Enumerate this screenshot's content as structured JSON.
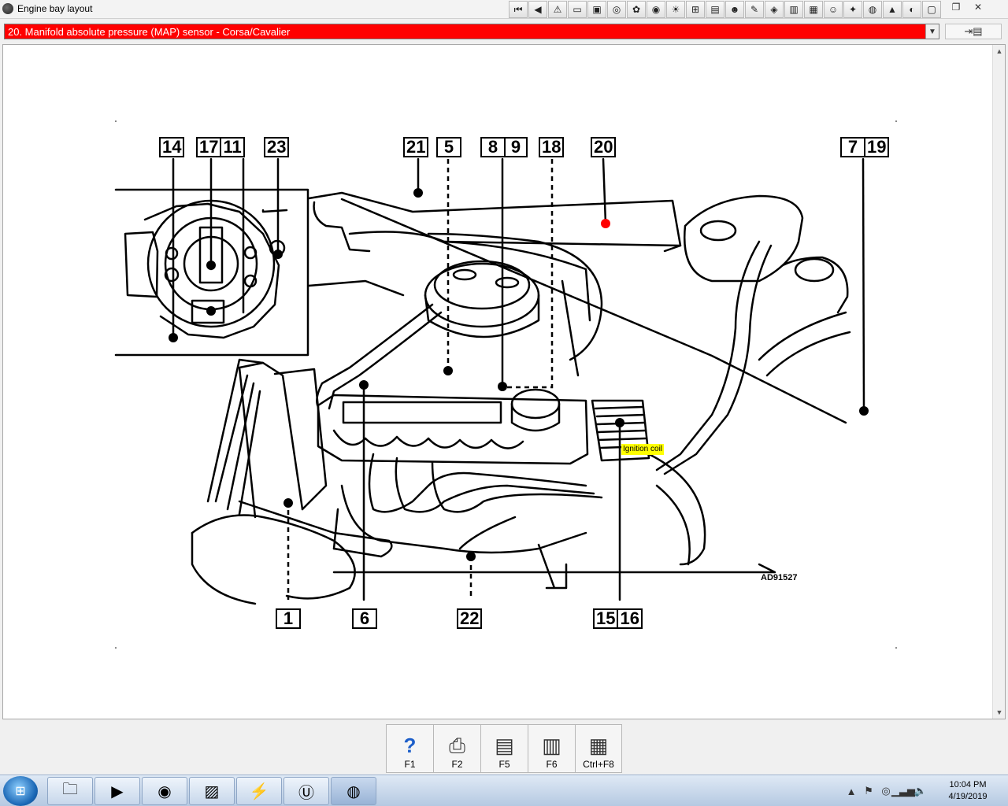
{
  "window": {
    "title": "Engine bay layout"
  },
  "toolbar": {
    "buttons": [
      {
        "name": "first-page",
        "glyph": "⏮"
      },
      {
        "name": "previous",
        "glyph": "◀"
      },
      {
        "name": "warning",
        "glyph": "⚠"
      },
      {
        "name": "blank",
        "glyph": "▭"
      },
      {
        "name": "tool-1",
        "glyph": "▣"
      },
      {
        "name": "tool-2",
        "glyph": "◎"
      },
      {
        "name": "tool-3",
        "glyph": "✿"
      },
      {
        "name": "tool-4",
        "glyph": "◉"
      },
      {
        "name": "tool-5",
        "glyph": "☀"
      },
      {
        "name": "tool-6",
        "glyph": "⊞"
      },
      {
        "name": "tool-7",
        "glyph": "▤"
      },
      {
        "name": "tool-8",
        "glyph": "☻"
      },
      {
        "name": "tool-9",
        "glyph": "✎"
      },
      {
        "name": "tool-10",
        "glyph": "◈"
      },
      {
        "name": "tool-11",
        "glyph": "▥"
      },
      {
        "name": "tool-12",
        "glyph": "▦"
      },
      {
        "name": "tool-13",
        "glyph": "☺"
      },
      {
        "name": "tool-14",
        "glyph": "✦"
      },
      {
        "name": "tool-15",
        "glyph": "◍"
      },
      {
        "name": "tool-16",
        "glyph": "▲"
      },
      {
        "name": "tool-17",
        "glyph": "◐"
      },
      {
        "name": "tool-18",
        "glyph": "▢"
      }
    ]
  },
  "topic": {
    "title": "20. Manifold absolute pressure (MAP) sensor - Corsa/Cavalier"
  },
  "diagram": {
    "callouts": {
      "c14": [
        "14"
      ],
      "c17_11": [
        "17",
        "11"
      ],
      "c23": [
        "23"
      ],
      "c21": [
        "21"
      ],
      "c5": [
        "5"
      ],
      "c8_9": [
        "8",
        "9"
      ],
      "c18": [
        "18"
      ],
      "c20": [
        "20"
      ],
      "c7_19": [
        "7",
        "19"
      ],
      "c1": [
        "1"
      ],
      "c6": [
        "6"
      ],
      "c22": [
        "22"
      ],
      "c15_16": [
        "15",
        "16"
      ]
    },
    "tooltip": "Ignition coil",
    "figure_code": "AD91527",
    "highlight_color": "#ff0000"
  },
  "fkeys": [
    {
      "key": "F1",
      "icon": "help-icon",
      "glyph": "?"
    },
    {
      "key": "F2",
      "icon": "print-icon",
      "glyph": "⎙"
    },
    {
      "key": "F5",
      "icon": "page-icon",
      "glyph": "▤"
    },
    {
      "key": "F6",
      "icon": "printer-icon",
      "glyph": "▥"
    },
    {
      "key": "Ctrl+F8",
      "icon": "table-icon",
      "glyph": "▦"
    }
  ],
  "taskbar": {
    "clock": {
      "time": "10:04 PM",
      "date": "4/19/2019"
    }
  }
}
